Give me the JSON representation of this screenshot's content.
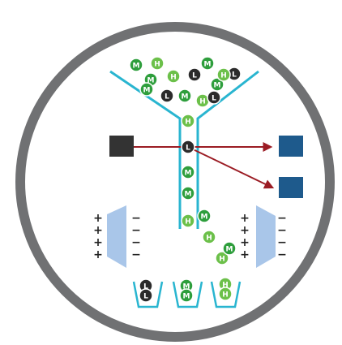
{
  "colors": {
    "ring": "#707173",
    "background": "#ffffff",
    "funnel": "#29b5d0",
    "laser_arrow": "#9b1c24",
    "laser_source": "#333333",
    "detector": "#1e5a8c",
    "plate": "#a9c6e9",
    "sign": "#222222",
    "ball_light": "#6cc04a",
    "ball_mid": "#2e9e3c",
    "ball_dark": "#2b2b2b"
  },
  "icons": {
    "laser_source": "square",
    "detector": "square",
    "deflection_plate": "trapezoid"
  },
  "charge_signs": {
    "positive": "+",
    "negative": "−"
  },
  "droplets": {
    "funnel": [
      {
        "label": "M",
        "tone": "mid"
      },
      {
        "label": "H",
        "tone": "light"
      },
      {
        "label": "H",
        "tone": "light"
      },
      {
        "label": "M",
        "tone": "mid"
      },
      {
        "label": "L",
        "tone": "dark"
      },
      {
        "label": "L",
        "tone": "dark"
      },
      {
        "label": "M",
        "tone": "mid"
      },
      {
        "label": "L",
        "tone": "dark"
      },
      {
        "label": "M",
        "tone": "mid"
      },
      {
        "label": "H",
        "tone": "light"
      },
      {
        "label": "M",
        "tone": "mid"
      },
      {
        "label": "H",
        "tone": "light"
      },
      {
        "label": "M",
        "tone": "mid"
      },
      {
        "label": "L",
        "tone": "dark"
      }
    ],
    "stream": [
      {
        "label": "H",
        "tone": "light"
      },
      {
        "label": "L",
        "tone": "dark"
      },
      {
        "label": "M",
        "tone": "mid"
      },
      {
        "label": "M",
        "tone": "mid"
      },
      {
        "label": "H",
        "tone": "light"
      },
      {
        "label": "M",
        "tone": "mid"
      },
      {
        "label": "H",
        "tone": "light"
      },
      {
        "label": "H",
        "tone": "light"
      },
      {
        "label": "M",
        "tone": "mid"
      }
    ],
    "cups": [
      {
        "label": "L",
        "tone": "dark"
      },
      {
        "label": "L",
        "tone": "dark"
      },
      {
        "label": "M",
        "tone": "mid"
      },
      {
        "label": "M",
        "tone": "mid"
      },
      {
        "label": "H",
        "tone": "light"
      },
      {
        "label": "H",
        "tone": "light"
      }
    ]
  }
}
